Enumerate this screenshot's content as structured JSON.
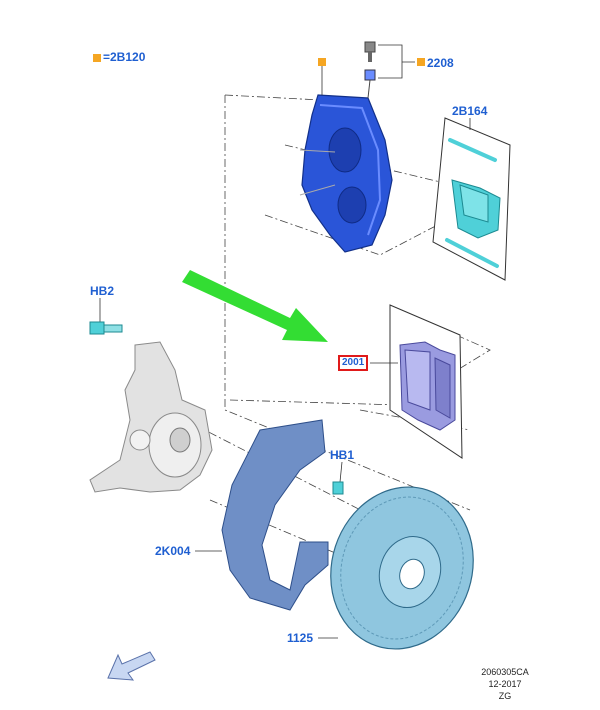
{
  "legend": {
    "swatch_color": "#f5a623",
    "text": "=2B120"
  },
  "callouts": {
    "sensor": "2208",
    "shims": "2B164",
    "bolt_upper": "HB2",
    "bolt_shield": "HB1",
    "shield": "2K004",
    "disc": "1125",
    "pads_highlighted": "2001"
  },
  "colors": {
    "callout_text": "#1f5fd1",
    "caliper": "#2a55d8",
    "shim": "#4fd0d8",
    "pad": "#9a9be0",
    "shield": "#6f8fc6",
    "disc": "#8fc6df",
    "knuckle": "#d6d6d6",
    "arrow": "#33dd33",
    "highlight_border": "#e01a1a"
  },
  "footer": {
    "code": "2060305CA",
    "date": "12-2017",
    "tag": "ZG"
  }
}
